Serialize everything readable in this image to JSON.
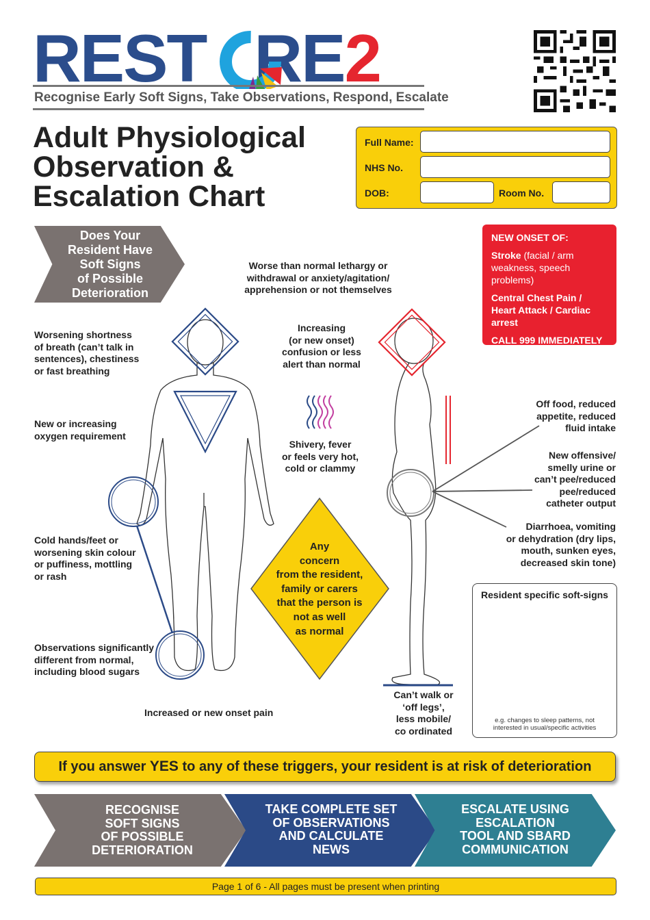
{
  "header": {
    "logo_text_1": "REST",
    "logo_text_2": "RE",
    "logo_text_3": "2",
    "tagline": "Recognise Early Soft Signs, Take Observations, Respond, Escalate"
  },
  "title": {
    "line1": "Adult Physiological",
    "line2": "Observation &",
    "line3": "Escalation Chart"
  },
  "id_panel": {
    "full_name_label": "Full Name:",
    "nhs_label": "NHS No.",
    "dob_label": "DOB:",
    "room_label": "Room No.",
    "full_name_value": "",
    "nhs_value": "",
    "dob_value": "",
    "room_value": ""
  },
  "soft_signs_heading": {
    "line1": "Does Your",
    "line2": "Resident Have",
    "line3": "Soft Signs",
    "line4": "of Possible",
    "line5": "Deterioration"
  },
  "alert_box": {
    "heading": "NEW ONSET OF:",
    "stroke_bold": "Stroke",
    "stroke_rest": " (facial / arm weakness, speech problems)",
    "chest": "Central Chest Pain / Heart Attack / Cardiac arrest",
    "call": "CALL 999 IMMEDIATELY"
  },
  "signs": {
    "lethargy": [
      "Worse than normal lethargy or",
      "withdrawal or anxiety/agitation/",
      "apprehension or not themselves"
    ],
    "breath": [
      "Worsening shortness",
      "of breath (can’t talk in",
      "sentences), chestiness",
      "or fast breathing"
    ],
    "confusion": [
      "Increasing",
      "(or new onset)",
      "confusion or less",
      "alert than normal"
    ],
    "oxygen": [
      "New or increasing",
      "oxygen requirement"
    ],
    "shivery": [
      "Shivery, fever",
      "or feels very hot,",
      "cold or clammy"
    ],
    "food": [
      "Off food, reduced",
      "appetite, reduced",
      "fluid intake"
    ],
    "urine": [
      "New offensive/",
      "smelly urine or",
      "can’t pee/reduced",
      "pee/reduced",
      "catheter output"
    ],
    "diarrhoea": [
      "Diarrhoea, vomiting",
      "or dehydration (dry lips,",
      "mouth, sunken eyes,",
      "decreased skin tone)"
    ],
    "cold_hands": [
      "Cold hands/feet or",
      "worsening skin colour",
      "or puffiness, mottling",
      "or rash"
    ],
    "concern": [
      "Any",
      "concern",
      "from the resident,",
      "family or carers",
      "that the person is",
      "not as well",
      "as normal"
    ],
    "observations": [
      "Observations significantly",
      "different from normal,",
      "including blood sugars"
    ],
    "pain": "Increased or new onset pain",
    "walk": [
      "Can’t walk or",
      "‘off legs’,",
      "less mobile/",
      "co ordinated"
    ]
  },
  "resident_box": {
    "title": "Resident specific soft-signs",
    "example": "e.g. changes to sleep patterns, not interested in usual/specific activities"
  },
  "banner": {
    "pre": "If you answer ",
    "yes": "YES",
    "post": " to any of these triggers, your resident is at risk of deterioration"
  },
  "steps": [
    {
      "lines": [
        "RECOGNISE",
        "SOFT SIGNS",
        "OF POSSIBLE",
        "DETERIORATION"
      ],
      "color": "#7a7270"
    },
    {
      "lines": [
        "TAKE COMPLETE SET",
        "OF OBSERVATIONS",
        "AND CALCULATE",
        "NEWS"
      ],
      "color": "#2b4a87"
    },
    {
      "lines": [
        "ESCALATE USING",
        "ESCALATION",
        "TOOL AND SBARD",
        "COMMUNICATION"
      ],
      "color": "#2e7f92"
    }
  ],
  "footer": "Page 1 of 6 - All pages must be present when printing"
}
